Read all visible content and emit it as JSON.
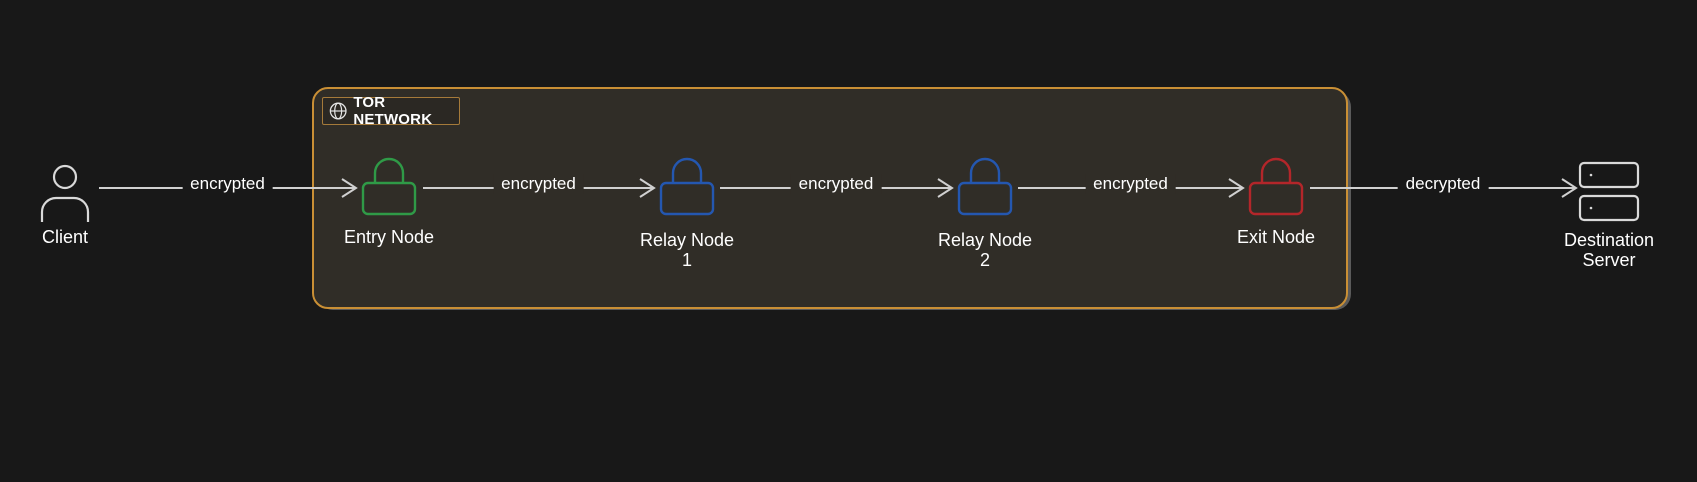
{
  "group": {
    "label": "TOR NETWORK",
    "accent": "#c98f35"
  },
  "nodes": [
    {
      "id": "client",
      "label": "Client",
      "icon": "user-icon",
      "color": "#d9d9d9"
    },
    {
      "id": "entry",
      "label": "Entry Node",
      "icon": "lock-icon",
      "color": "#2f9a47"
    },
    {
      "id": "relay1",
      "label": "Relay Node\n1",
      "icon": "lock-icon",
      "color": "#2457b0"
    },
    {
      "id": "relay2",
      "label": "Relay Node\n2",
      "icon": "lock-icon",
      "color": "#2457b0"
    },
    {
      "id": "exit",
      "label": "Exit Node",
      "icon": "lock-icon",
      "color": "#b3262a"
    },
    {
      "id": "server",
      "label": "Destination\nServer",
      "icon": "server-icon",
      "color": "#d9d9d9"
    }
  ],
  "edges": [
    {
      "from": "client",
      "to": "entry",
      "label": "encrypted"
    },
    {
      "from": "entry",
      "to": "relay1",
      "label": "encrypted"
    },
    {
      "from": "relay1",
      "to": "relay2",
      "label": "encrypted"
    },
    {
      "from": "relay2",
      "to": "exit",
      "label": "encrypted"
    },
    {
      "from": "exit",
      "to": "server",
      "label": "decrypted"
    }
  ]
}
